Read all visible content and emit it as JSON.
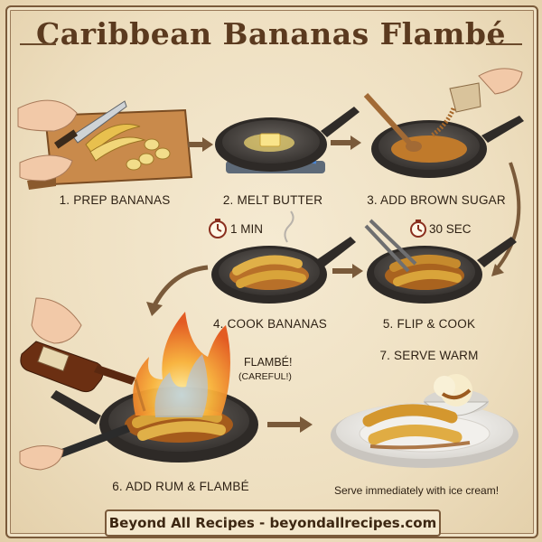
{
  "title": "Caribbean Bananas Flambé",
  "steps": [
    {
      "label": "1. PREP BANANAS"
    },
    {
      "label": "2. MELT BUTTER"
    },
    {
      "label": "3. ADD BROWN SUGAR"
    },
    {
      "label": "4. COOK BANANAS",
      "timer": "1 MIN"
    },
    {
      "label": "5. FLIP & COOK",
      "timer": "30 SEC"
    },
    {
      "label": "6. ADD RUM & FLAMBÉ",
      "note_title": "FLAMBÉ!",
      "note_sub": "(CAREFUL!)"
    },
    {
      "label": "7. SERVE WARM",
      "tip": "Serve immediately with ice cream!"
    }
  ],
  "footer": "Beyond All Recipes - beyondallrecipes.com",
  "colors": {
    "ink": "#2e2114",
    "brand_brown": "#5b3a1f",
    "pan": "#3f3b38",
    "banana": "#d9a43a",
    "caramel": "#b06a22",
    "flame": "#f08a1c"
  }
}
